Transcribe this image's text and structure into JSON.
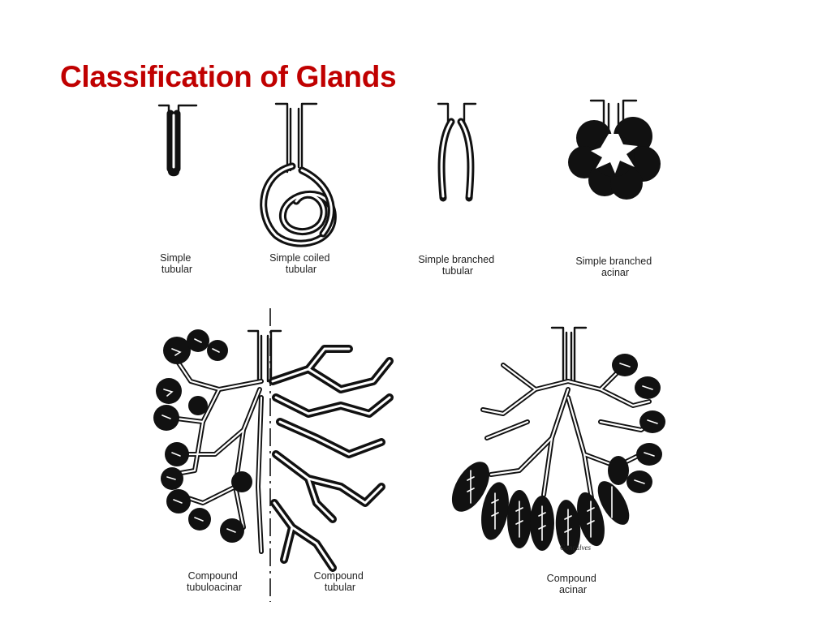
{
  "title": "Classification of Glands",
  "captions": {
    "simple_tubular": [
      "Simple",
      "tubular"
    ],
    "simple_coiled_tubular": [
      "Simple coiled",
      "tubular"
    ],
    "simple_branched_tubular": [
      "Simple branched",
      "tubular"
    ],
    "simple_branched_acinar": [
      "Simple branched",
      "acinar"
    ],
    "compound_tubuloacinar": [
      "Compound",
      "tubuloacinar"
    ],
    "compound_tubular": [
      "Compound",
      "tubular"
    ],
    "compound_acinar": [
      "Compound",
      "acinar"
    ]
  },
  "signature": "Gonçalves",
  "colors": {
    "title": "#c00000",
    "ink": "#111111"
  }
}
